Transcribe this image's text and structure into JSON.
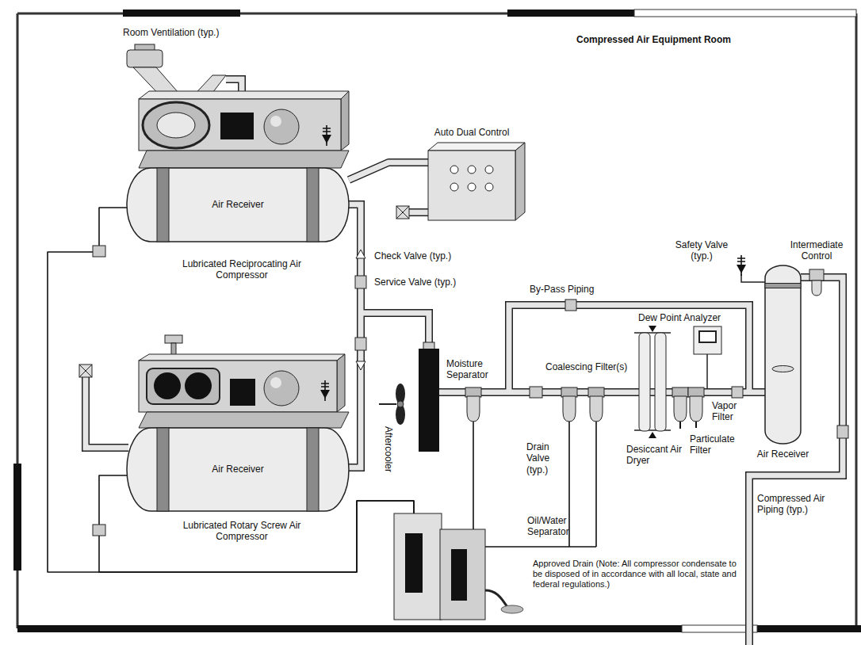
{
  "diagram": {
    "title": "Compressed Air Equipment Room",
    "nodes": [
      {
        "text": [
          "Air Receiver"
        ]
      },
      {
        "text": [
          "Auto Dual Control"
        ]
      },
      {
        "text": [
          "Air Receiver"
        ]
      },
      {
        "text": [
          "Air Receiver"
        ]
      },
      {
        "text": [
          "Oil/Water Separator"
        ]
      }
    ],
    "edges": [
      {
        "from": 0,
        "to": 1,
        "arrow": "none"
      },
      {
        "from": 0,
        "to": 4,
        "arrow": "none"
      },
      {
        "from": 3,
        "to": 4,
        "arrow": "none"
      }
    ],
    "labels": [
      "Room Ventilation (typ.)",
      "Lubricated Reciprocating Air Compressor",
      "Check Valve (typ.)",
      "Service Valve (typ.)",
      "By-Pass Piping",
      "Dew Point Analyzer",
      "Safety Valve (typ.)",
      "Intermediate Control",
      "Moisture Separator",
      "Coalescing Filter(s)",
      "Aftercooler",
      "Vapor Filter",
      "Particulate Filter",
      "Desiccant Air Dryer",
      "Drain Valve (typ.)",
      "Lubricated Rotary Screw Air Compressor",
      "Compressed Air Piping (typ.)",
      "Approved Drain (Note: All compressor condensate to be disposed of in accordance with all local, state and federal regulations.)"
    ]
  }
}
